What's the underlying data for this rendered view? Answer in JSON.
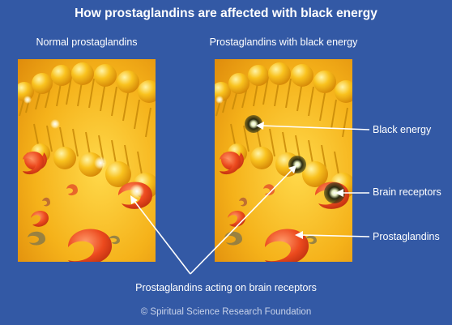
{
  "title": "How prostaglandins are affected with black energy",
  "panels": {
    "left_caption": "Normal prostaglandins",
    "right_caption": "Prostaglandins with black energy"
  },
  "labels": {
    "black_energy": "Black energy",
    "brain_receptors": "Brain receptors",
    "prostaglandins": "Prostaglandins",
    "acting": "Prostaglandins acting on brain receptors"
  },
  "footer": "© Spiritual Science Research Foundation",
  "colors": {
    "background": "#3359a5",
    "panel_fill": "#f2b21c",
    "sphere": "#f5b51a",
    "prostaglandin": "#e8431c",
    "black_energy": "#2a2a10",
    "arrow": "#ffffff"
  }
}
